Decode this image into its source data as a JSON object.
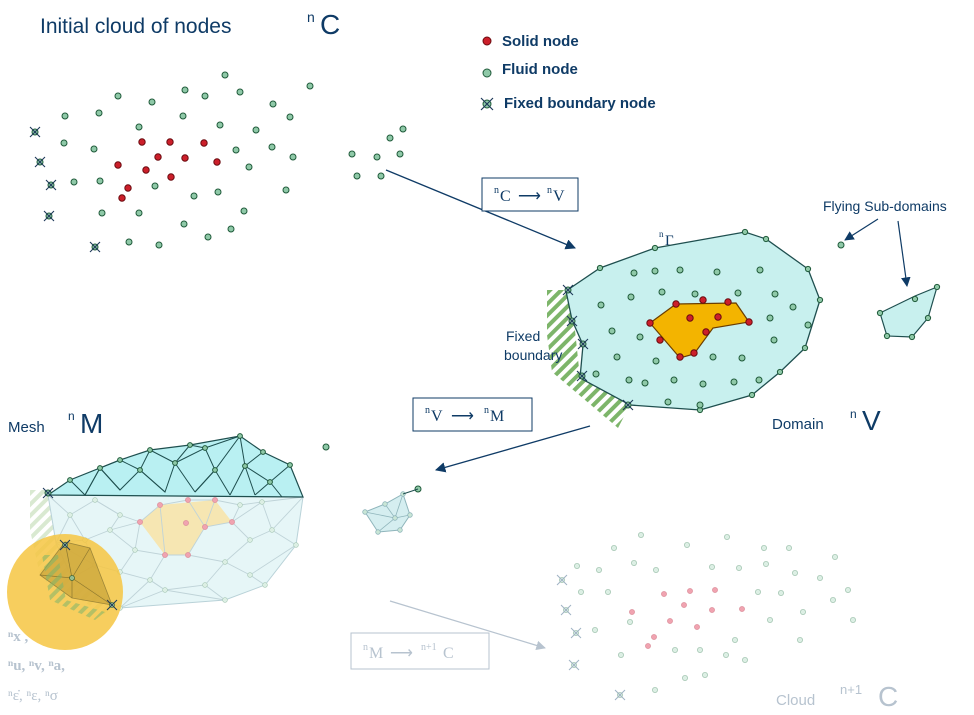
{
  "titles": {
    "initial_cloud": "Initial  cloud  of nodes",
    "initial_cloud_sup": "n",
    "initial_cloud_sym": "C",
    "mesh": "Mesh",
    "mesh_sup": "n",
    "mesh_sym": "M",
    "domain": "Domain",
    "domain_sup": "n",
    "domain_sym": "V",
    "cloud_next": "Cloud",
    "cloud_next_sup": "n+1",
    "cloud_next_sym": "C"
  },
  "legend": {
    "solid": "Solid node",
    "fluid": "Fluid node",
    "fixed": "Fixed boundary node"
  },
  "labels": {
    "flying": "Flying Sub-domains",
    "fixed_boundary_1": "Fixed",
    "fixed_boundary_2": "boundary",
    "gamma_sup": "n",
    "gamma": "Γ"
  },
  "steps": {
    "c_to_v": {
      "sup1": "n",
      "a": "C",
      "arrow": "⟶",
      "sup2": "n",
      "b": "V"
    },
    "v_to_m": {
      "sup1": "n",
      "a": "V",
      "arrow": "⟶",
      "sup2": "n",
      "b": "M"
    },
    "m_to_c": {
      "sup1": "n",
      "a": "M",
      "arrow": "⟶",
      "sup2": "n+1",
      "b": "C"
    }
  },
  "variables": {
    "line1": "ⁿx ,",
    "line2": "ⁿu, ⁿv, ⁿa,",
    "line3": "ⁿε̇, ⁿε, ⁿσ"
  },
  "colors": {
    "solid": "#cc1f2a",
    "fluid": "#8fc9a8",
    "node_stroke": "#1f5a3a",
    "domain_fill": "#c8f0ee",
    "solid_region": "#f3b400",
    "text": "#0f3b66",
    "faded": "#b7c3cf",
    "mesh_light": "#e6f6f7"
  }
}
